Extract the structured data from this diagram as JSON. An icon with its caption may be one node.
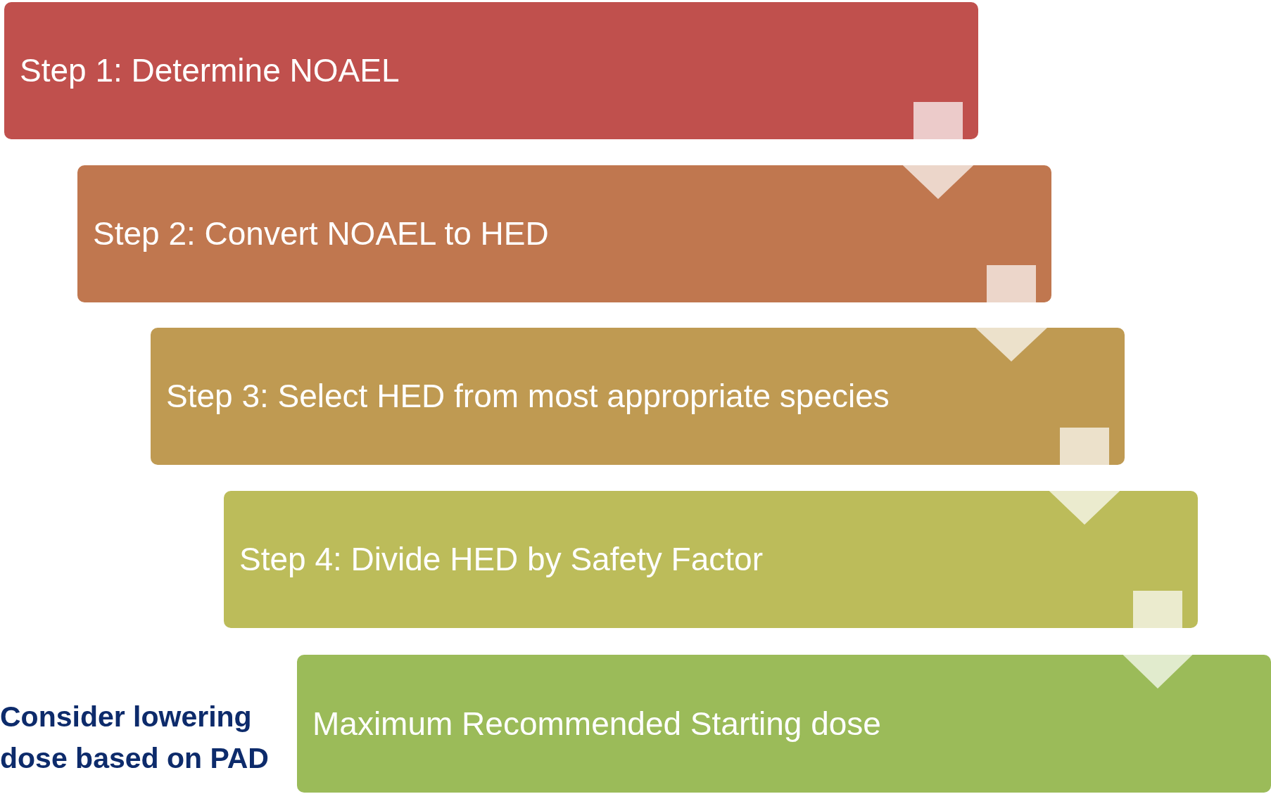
{
  "diagram": {
    "nodes": [
      {
        "text": [
          "Step 1: Determine NOAEL"
        ]
      },
      {
        "text": [
          "Step 2: Convert NOAEL to HED"
        ]
      },
      {
        "text": [
          "Step 3: Select HED from most appropriate species"
        ]
      },
      {
        "text": [
          "Step 4: Divide HED by Safety Factor"
        ]
      },
      {
        "text": [
          "Maximum Recommended Starting dose"
        ]
      }
    ],
    "edges": [
      {
        "from": 0,
        "to": 1,
        "arrow": "to"
      },
      {
        "from": 1,
        "to": 2,
        "arrow": "to"
      },
      {
        "from": 2,
        "to": 3,
        "arrow": "to"
      },
      {
        "from": 3,
        "to": 4,
        "arrow": "to"
      }
    ],
    "labels": [
      "Consider lowering dose based on PAD"
    ]
  }
}
